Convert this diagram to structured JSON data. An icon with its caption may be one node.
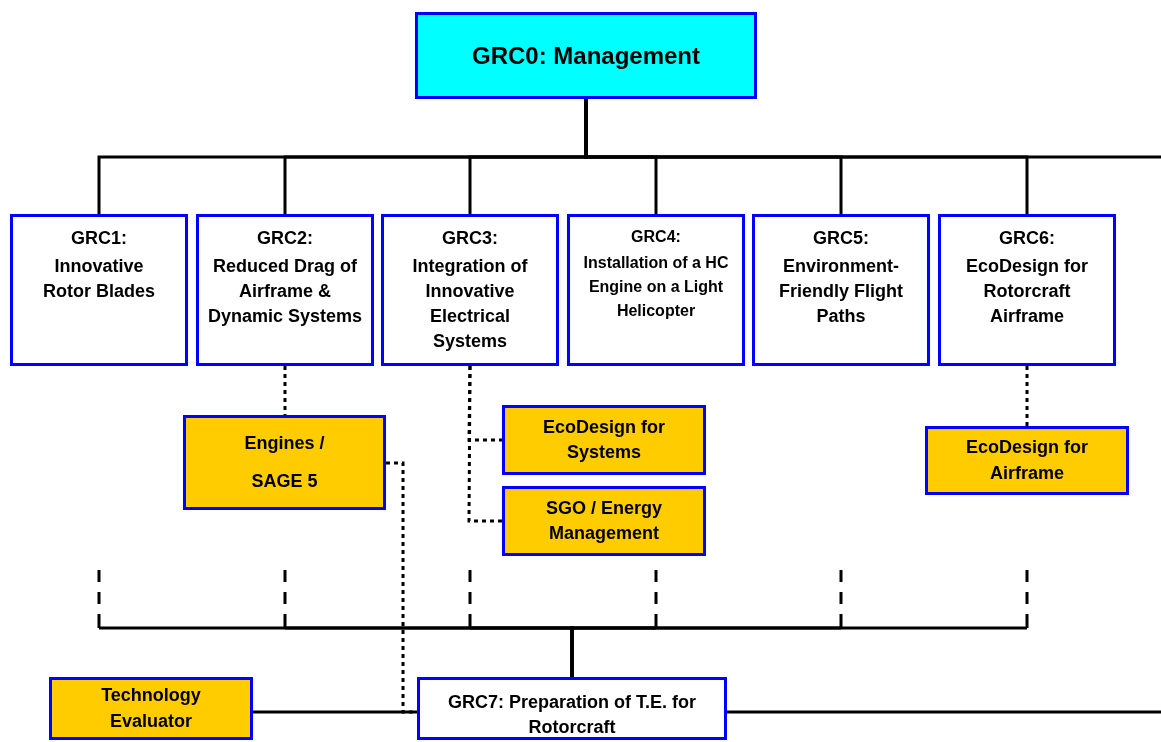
{
  "diagram": {
    "nodes": [
      {
        "text": [
          "GRC0: Management"
        ]
      },
      {
        "text": [
          "GRC1:",
          "Innovative Rotor Blades"
        ]
      },
      {
        "text": [
          "GRC2:",
          "Reduced Drag of Airframe & Dynamic Systems"
        ]
      },
      {
        "text": [
          "GRC3:",
          "Integration of Innovative Electrical Systems"
        ]
      },
      {
        "text": [
          "GRC4:",
          "Installation of a HC Engine on a Light Helicopter"
        ]
      },
      {
        "text": [
          "GRC5:",
          "Environment-Friendly Flight Paths"
        ]
      },
      {
        "text": [
          "GRC6:",
          "EcoDesign for Rotorcraft Airframe"
        ]
      },
      {
        "text": [
          "Engines / SAGE 5"
        ]
      },
      {
        "text": [
          "EcoDesign for Systems"
        ]
      },
      {
        "text": [
          "SGO / Energy Management"
        ]
      },
      {
        "text": [
          "EcoDesign for Airframe"
        ]
      },
      {
        "text": [
          "Technology Evaluator"
        ]
      },
      {
        "text": [
          "GRC7: Preparation of T.E. for Rotorcraft"
        ]
      }
    ],
    "edges": [
      {
        "from": 0,
        "to": 1,
        "arrow": "none"
      },
      {
        "from": 0,
        "to": 2,
        "arrow": "none"
      },
      {
        "from": 0,
        "to": 3,
        "arrow": "none"
      },
      {
        "from": 0,
        "to": 4,
        "arrow": "none"
      },
      {
        "from": 0,
        "to": 5,
        "arrow": "none"
      },
      {
        "from": 0,
        "to": 6,
        "arrow": "none"
      },
      {
        "from": 0,
        "to": null,
        "arrow": "none"
      },
      {
        "from": 2,
        "to": 7,
        "arrow": "none",
        "style": "dashed"
      },
      {
        "from": 3,
        "to": 8,
        "arrow": "none",
        "style": "dashed"
      },
      {
        "from": 3,
        "to": 9,
        "arrow": "none",
        "style": "dashed"
      },
      {
        "from": 6,
        "to": 10,
        "arrow": "none",
        "style": "dashed"
      },
      {
        "from": 7,
        "to": 12,
        "arrow": "none",
        "style": "dashed"
      },
      {
        "from": null,
        "to": 12,
        "arrow": "none",
        "style": "dashed"
      },
      {
        "from": null,
        "to": 12,
        "arrow": "none",
        "style": "dashed"
      },
      {
        "from": null,
        "to": 12,
        "arrow": "none",
        "style": "dashed"
      },
      {
        "from": null,
        "to": 12,
        "arrow": "none",
        "style": "dashed"
      },
      {
        "from": null,
        "to": 12,
        "arrow": "none",
        "style": "dashed"
      },
      {
        "from": null,
        "to": 12,
        "arrow": "none",
        "style": "dashed"
      },
      {
        "from": 11,
        "to": 12,
        "arrow": "none"
      },
      {
        "from": 12,
        "to": null,
        "arrow": "none"
      }
    ]
  }
}
